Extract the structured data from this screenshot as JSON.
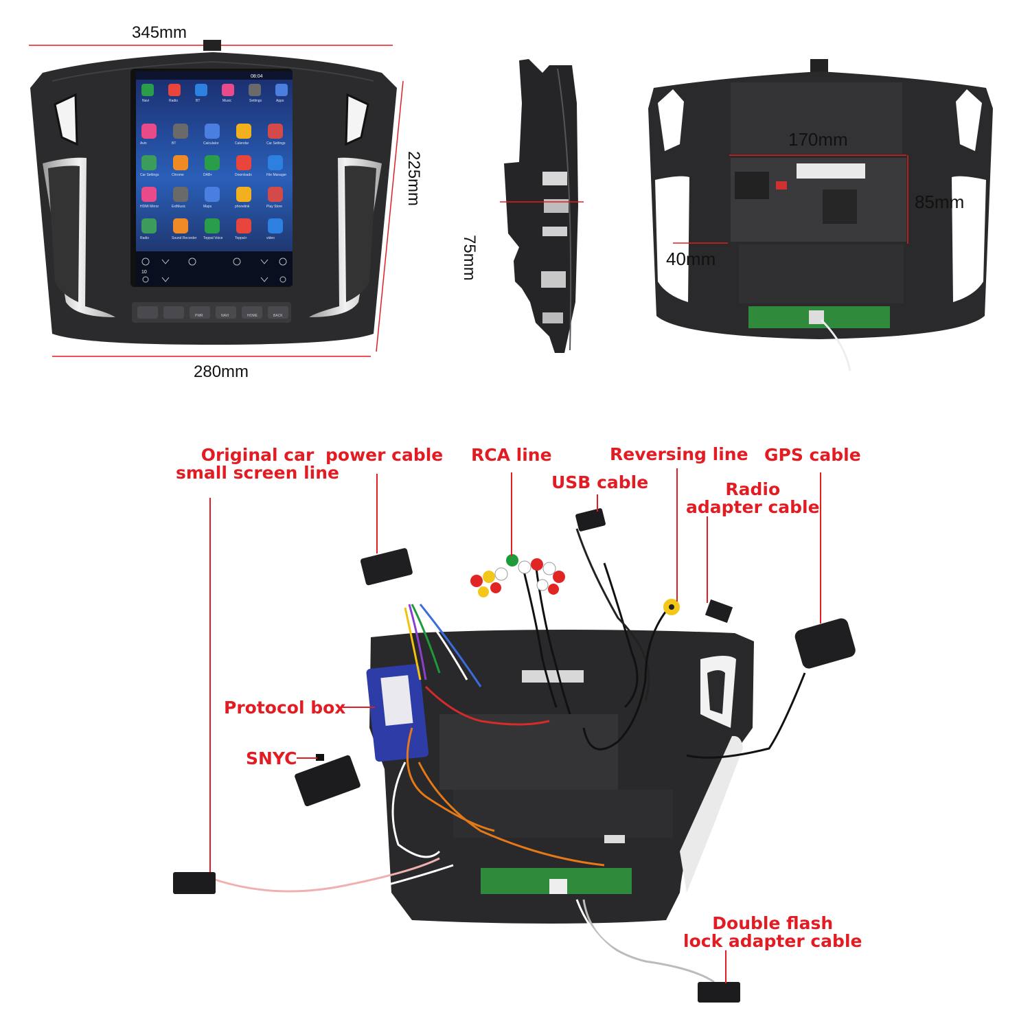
{
  "dimensions": {
    "width_front": "345mm",
    "height_front": "225mm",
    "bottom_width": "280mm",
    "side_depth": "75mm",
    "back_width": "170mm",
    "back_height": "85mm",
    "back_depth": "40mm"
  },
  "screen": {
    "clock": "08:04",
    "dock": [
      "Navi",
      "Radio",
      "BT",
      "Music",
      "Settings",
      "Apps"
    ],
    "apps": [
      "Avin",
      "BT",
      "Calculator",
      "Calendar",
      "Car Settings",
      "Car Settings",
      "Chrome",
      "DAB+",
      "Downloads",
      "File Manager",
      "HDMI Mirror",
      "ExtMusic",
      "Maps",
      "phonelink",
      "Play Store",
      "Radio",
      "Sound Recorder",
      "Toppal Voice",
      "Toppal+",
      "video"
    ],
    "temp": "10",
    "buttons": [
      "",
      "",
      "PWR",
      "NAVI",
      "HOME",
      "BACK"
    ]
  },
  "labels": {
    "original_car": "Original car\nsmall screen line",
    "power_cable": "power cable",
    "rca_line": "RCA line",
    "usb_cable": "USB cable",
    "reversing_line": "Reversing line",
    "radio_adapter": "Radio\nadapter cable",
    "gps_cable": "GPS cable",
    "protocol_box": "Protocol box",
    "snyc": "SNYC",
    "double_flash": "Double flash\nlock adapter cable"
  },
  "colors": {
    "accent": "#e31c23",
    "unit_body": "#2b2b2d",
    "pcb_green": "#2f8a3c",
    "protocol_box": "#2e3ca8"
  }
}
